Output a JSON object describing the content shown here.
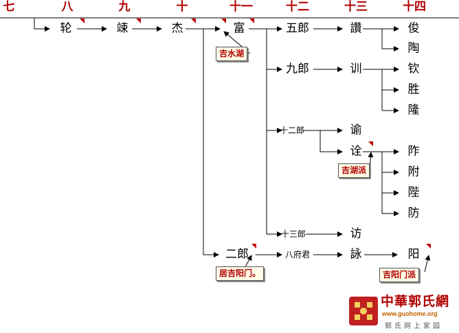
{
  "generations": [
    "七",
    "八",
    "九",
    "十",
    "十一",
    "十二",
    "十三",
    "十四"
  ],
  "nodes": {
    "lun": "轮",
    "su": "竦",
    "jie": "杰",
    "fu": "富",
    "wulang": "五郎",
    "jiulang": "九郎",
    "shierlang": "十二郎",
    "shisanlang": "十三郎",
    "erlang": "二郎",
    "bafujun": "八府君",
    "zan": "讚",
    "xun": "训",
    "yu": "谕",
    "quan": "诠",
    "fang": "访",
    "yong": "詠",
    "jun": "俊",
    "tao": "陶",
    "qin": "钦",
    "sheng": "胜",
    "long": "隆",
    "zuo": "阼",
    "fu2": "附",
    "bi": "陛",
    "fang2": "防",
    "yang": "阳"
  },
  "notes": {
    "jishuihu": "吉水湖",
    "jihupai": "吉湖派",
    "jujiyangmen": "居吉阳门。",
    "jiyangmenpai": "吉阳门派"
  },
  "logo": {
    "title": "中華郭氏網",
    "url": "www.guohome.org",
    "subtitle": "郭氏网上家园"
  }
}
